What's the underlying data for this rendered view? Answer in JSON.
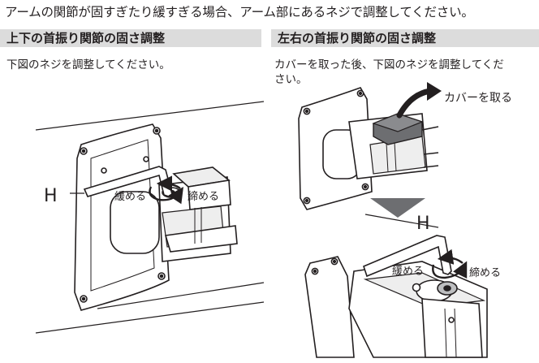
{
  "intro_text": "アームの関節が固すぎたり緩すぎる場合、アーム部にあるネジで調整してください。",
  "left_section": {
    "title": "上下の首振り関節の固さ調整",
    "instruction": "下図のネジを調整してください。",
    "figure": {
      "wrench_label": "H",
      "loosen_label": "緩める",
      "tighten_label": "締める"
    }
  },
  "right_section": {
    "title": "左右の首振り関節の固さ調整",
    "instruction_line1": "カバーを取った後、下図のネジを調整してくだ",
    "instruction_line2": "さい。",
    "figure": {
      "cover_label": "カバーを取る",
      "wrench_label": "H",
      "loosen_label": "緩める",
      "tighten_label": "締める"
    }
  }
}
